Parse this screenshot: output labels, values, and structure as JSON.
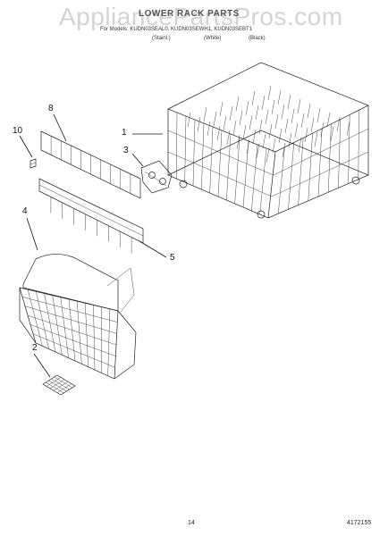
{
  "header": {
    "watermark": "AppliancePartsPros.com",
    "title": "LOWER RACK PARTS",
    "models": "For Models: KUDN03SEAL0, KUDN03SEWH1, KUDN03SEBT1",
    "colors": [
      "(Stainl.)",
      "(White)",
      "(Black)"
    ]
  },
  "callouts": [
    {
      "id": "c1",
      "label": "1"
    },
    {
      "id": "c2",
      "label": "2"
    },
    {
      "id": "c3",
      "label": "3"
    },
    {
      "id": "c4",
      "label": "4"
    },
    {
      "id": "c5",
      "label": "5"
    },
    {
      "id": "c8",
      "label": "8"
    },
    {
      "id": "c10",
      "label": "10"
    }
  ],
  "footer": {
    "page_number": "14",
    "doc_number": "4172155"
  }
}
